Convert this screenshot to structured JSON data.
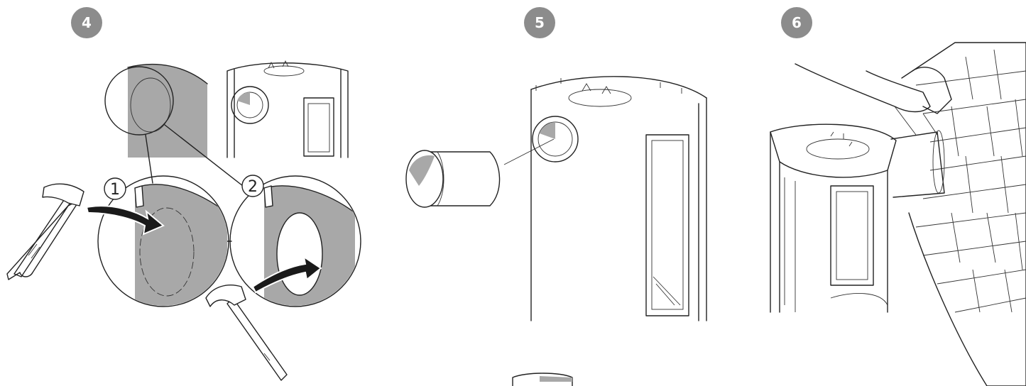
{
  "steps": [
    {
      "number": "4",
      "callouts": [
        "1",
        "2"
      ]
    },
    {
      "number": "5"
    },
    {
      "number": "6"
    }
  ],
  "colors": {
    "badge": "#8c8c8c",
    "panel_shade": "#a8a8a8",
    "line": "#222222"
  },
  "icons": [
    "hammer-icon",
    "arrow-icon",
    "magnifier-circle-icon",
    "brick-wall-icon",
    "hand-icon"
  ]
}
